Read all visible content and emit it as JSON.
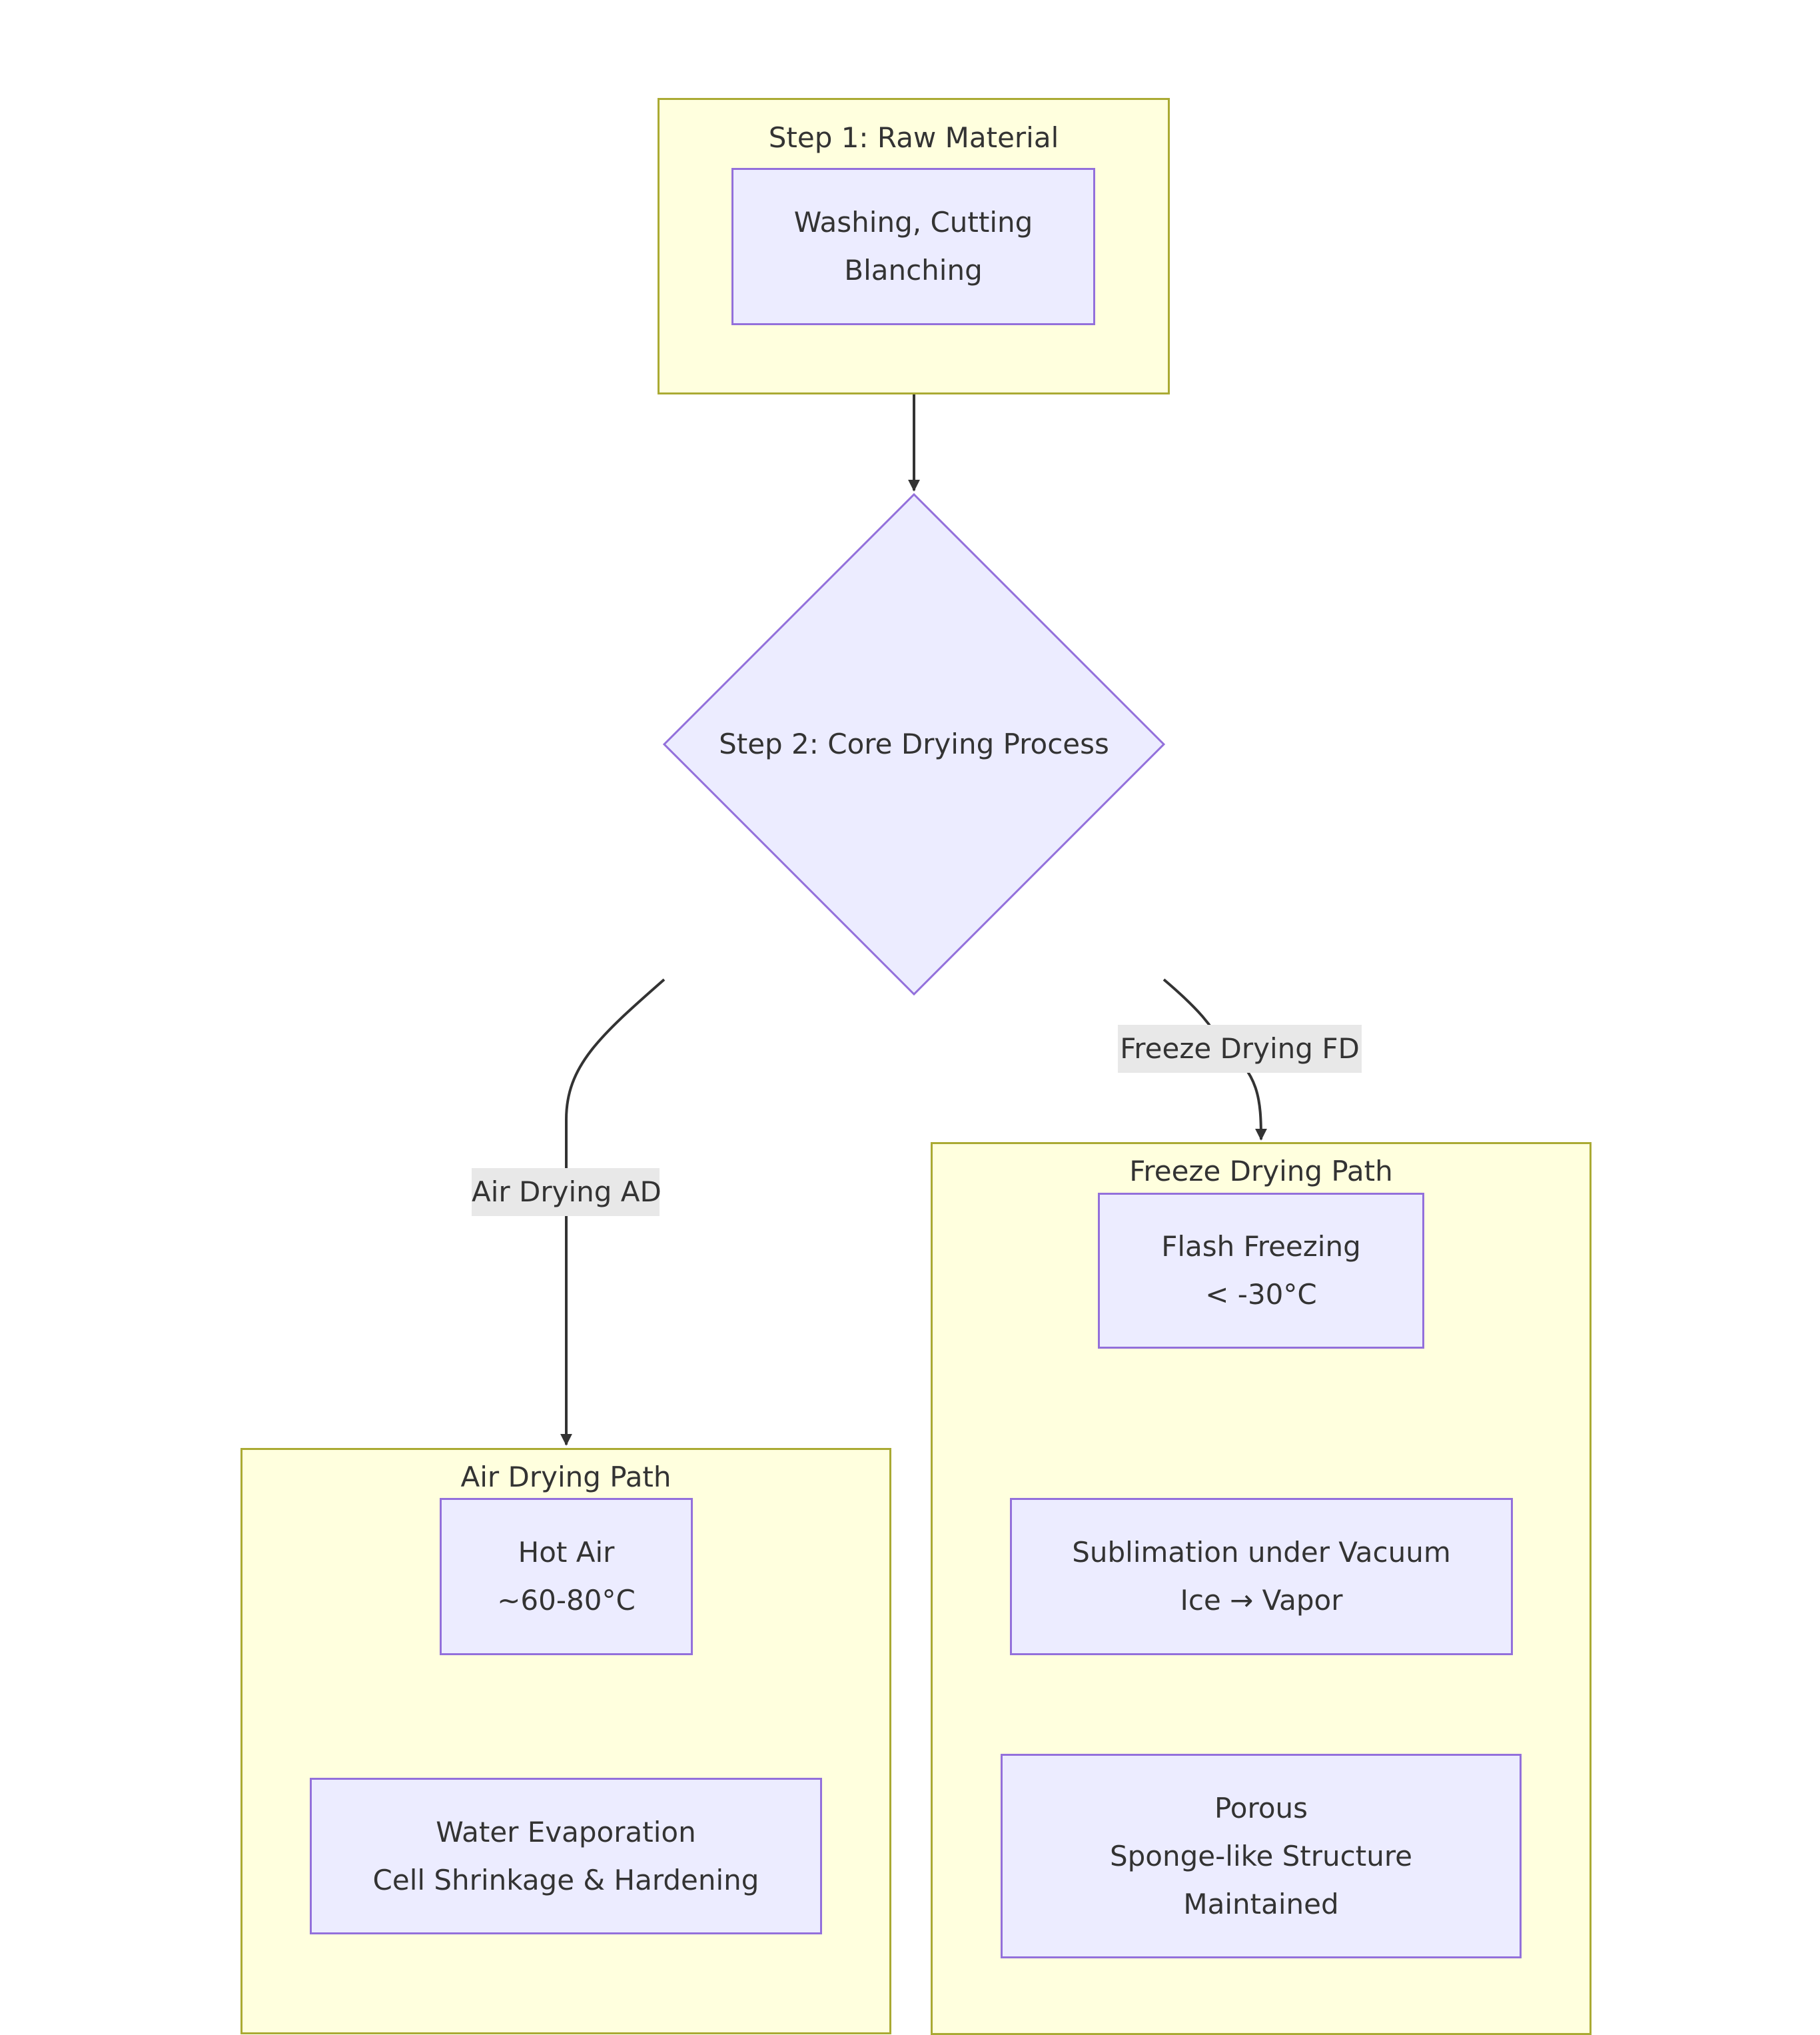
{
  "diagram": {
    "colors": {
      "cluster_fill": "#ffffde",
      "cluster_border": "#aaaa33",
      "node_fill": "#ececff",
      "node_border": "#9370db",
      "edge": "#333333",
      "edge_label_bg": "#e8e8e8"
    },
    "clusters": {
      "step1": {
        "title": "Step 1: Raw Material\nPreparation"
      },
      "freeze": {
        "title": "Freeze Drying Path"
      },
      "air": {
        "title": "Air Drying Path"
      }
    },
    "nodes": {
      "prep": "Washing, Cutting\nBlanching",
      "decision": "Step 2: Core Drying Process",
      "flash": "Flash Freezing\n< -30°C",
      "sublimation": "Sublimation under Vacuum\nIce → Vapor",
      "porous": "Porous\nSponge-like Structure\nMaintained",
      "hot_air": "Hot Air\n~60-80°C",
      "evaporation": "Water Evaporation\nCell Shrinkage & Hardening"
    },
    "edge_labels": {
      "freeze": "Freeze Drying FD",
      "air": "Air Drying AD"
    }
  }
}
